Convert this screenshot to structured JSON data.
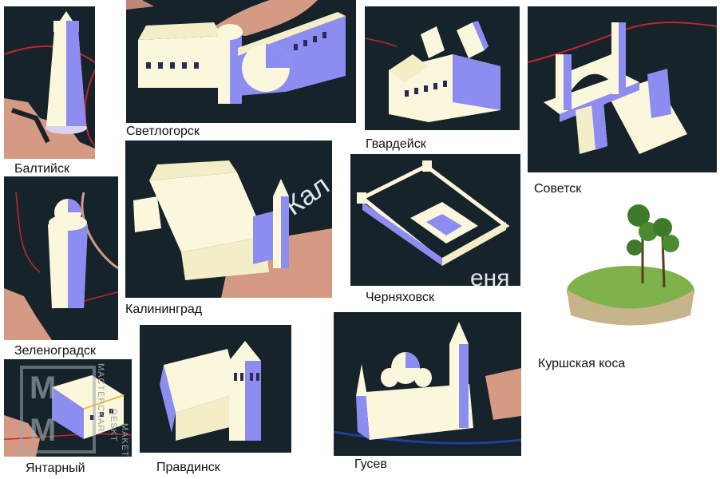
{
  "colors": {
    "panel_bg": "#16232b",
    "land": "#d59a84",
    "building_light": "#fbf7dc",
    "building_shade": "#7f7ff2",
    "border_red": "#c0262c",
    "water_blue": "#1e3f9a"
  },
  "places": {
    "baltiysk": "Балтийск",
    "svetlogorsk": "Светлогорск",
    "gvardeysk": "Гвардейск",
    "sovetsk": "Советск",
    "zelenogradsk": "Зеленоградск",
    "kaliningrad": "Калининград",
    "chernyakhovsk": "Черняховск",
    "kurshskaya": "Куршская коса",
    "yantarny": "Янтарный",
    "pravdinsk": "Правдинск",
    "gusev": "Гусев"
  },
  "map_fragments": {
    "kaliningrad": "Кал",
    "chernyakhovsk": "еня"
  },
  "watermark": {
    "letter_top": "M",
    "letter_bottom": "M",
    "side_text_1": "MACTEPCKAR",
    "side_text_2": "DESKT",
    "side_text_3": "MAKET"
  }
}
